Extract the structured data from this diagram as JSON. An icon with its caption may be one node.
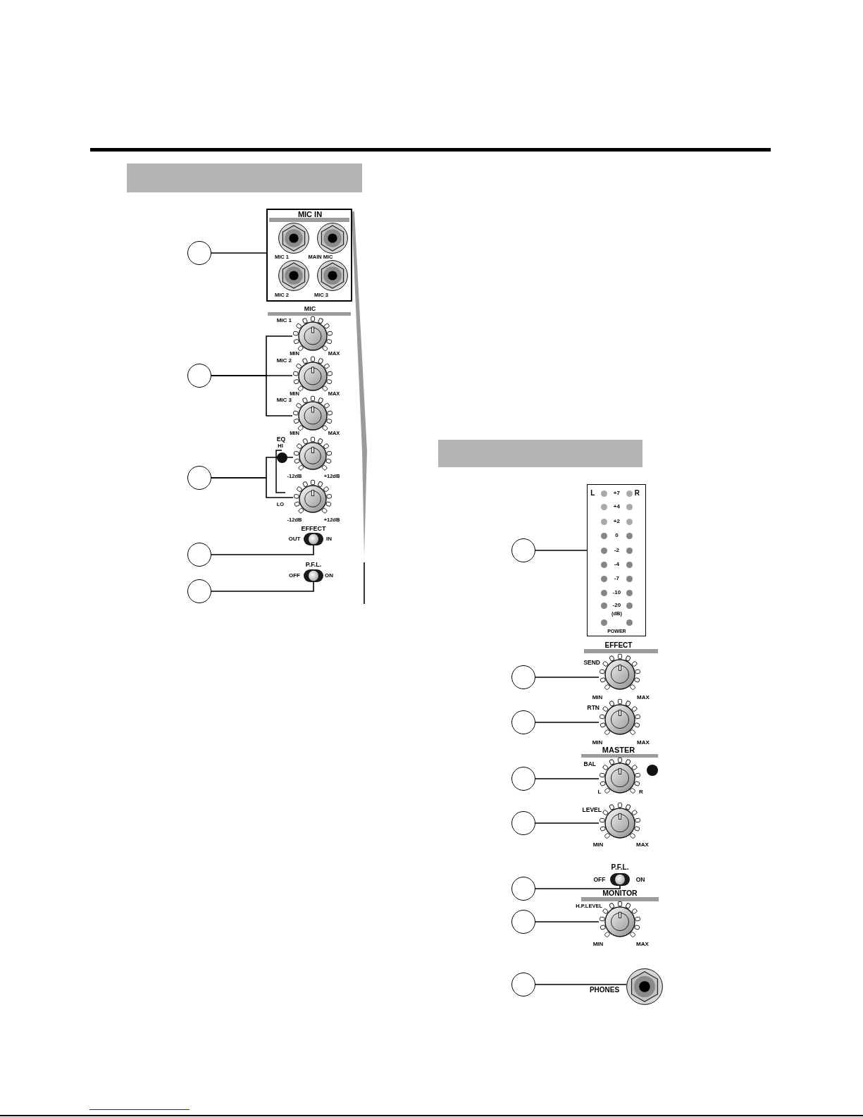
{
  "diagram": {
    "nodes": [
      {
        "text": [],
        "shape": "bar"
      },
      {
        "text": [],
        "shape": "circle"
      },
      {
        "text": [
          "MIC IN",
          "MIC 1",
          "MAIN MIC",
          "MIC 2",
          "MIC 3"
        ]
      },
      {
        "text": [],
        "shape": "circle"
      },
      {
        "text": [],
        "shape": "picture",
        "beside": [
          "MIC 1",
          "MIN",
          "MAX"
        ]
      },
      {
        "text": [],
        "shape": "picture",
        "beside": [
          "MIC 2",
          "MIN",
          "MAX"
        ]
      },
      {
        "text": [],
        "shape": "picture",
        "beside": [
          "MIC 3",
          "MIN",
          "MAX"
        ]
      },
      {
        "text": [],
        "shape": "circle"
      },
      {
        "text": [],
        "shape": "picture",
        "beside": [
          "HI",
          "-12dB",
          "+12dB"
        ]
      },
      {
        "text": [],
        "shape": "picture",
        "beside": [
          "LO",
          "-12dB",
          "+12dB"
        ]
      },
      {
        "text": [],
        "shape": "circle"
      },
      {
        "text": [],
        "shape": "picture",
        "beside": [
          "EFFECT",
          "OUT",
          "IN"
        ]
      },
      {
        "text": [],
        "shape": "circle"
      },
      {
        "text": [],
        "shape": "picture",
        "beside": [
          "P.F.L.",
          "OFF",
          "ON"
        ]
      },
      {
        "text": [],
        "shape": "bar"
      },
      {
        "text": [],
        "shape": "circle"
      },
      {
        "text": [
          "L",
          "+7",
          "R",
          "+4",
          "+2",
          "0",
          "-2",
          "-4",
          "-7",
          "-10",
          "-20",
          "(dB)",
          "POWER"
        ]
      },
      {
        "text": [],
        "shape": "circle"
      },
      {
        "text": [],
        "shape": "picture",
        "beside": [
          "SEND",
          "MIN",
          "MAX"
        ]
      },
      {
        "text": [],
        "shape": "circle"
      },
      {
        "text": [],
        "shape": "picture",
        "beside": [
          "RTN",
          "MIN",
          "MAX"
        ]
      },
      {
        "text": [],
        "shape": "circle"
      },
      {
        "text": [],
        "shape": "picture",
        "beside": [
          "BAL",
          "L",
          "R"
        ]
      },
      {
        "text": [],
        "shape": "circle"
      },
      {
        "text": [],
        "shape": "picture",
        "beside": [
          "LEVEL",
          "MIN",
          "MAX"
        ]
      },
      {
        "text": [],
        "shape": "circle"
      },
      {
        "text": [],
        "shape": "picture",
        "beside": [
          "P.F.L.",
          "OFF",
          "ON"
        ]
      },
      {
        "text": [],
        "shape": "circle"
      },
      {
        "text": [],
        "shape": "picture",
        "beside": [
          "H.P.LEVEL",
          "MIN",
          "MAX"
        ]
      },
      {
        "text": [],
        "shape": "circle"
      },
      {
        "text": [],
        "shape": "picture",
        "beside": [
          "PHONES"
        ]
      }
    ],
    "edges": [
      {
        "from": 1,
        "to": 2,
        "arrow": "none"
      },
      {
        "from": 3,
        "to": 4,
        "arrow": "none"
      },
      {
        "from": 3,
        "to": 5,
        "arrow": "none"
      },
      {
        "from": 3,
        "to": 6,
        "arrow": "none"
      },
      {
        "from": 7,
        "to": 8,
        "arrow": "none"
      },
      {
        "from": 7,
        "to": 9,
        "arrow": "none"
      },
      {
        "from": 10,
        "to": 11,
        "arrow": "none"
      },
      {
        "from": 12,
        "to": 13,
        "arrow": "none"
      },
      {
        "from": 15,
        "to": 16,
        "arrow": "none"
      },
      {
        "from": 17,
        "to": 18,
        "arrow": "none"
      },
      {
        "from": 19,
        "to": 20,
        "arrow": "none"
      },
      {
        "from": 21,
        "to": 22,
        "arrow": "none"
      },
      {
        "from": 23,
        "to": 24,
        "arrow": "none"
      },
      {
        "from": 25,
        "to": 26,
        "arrow": "none"
      },
      {
        "from": 27,
        "to": 28,
        "arrow": "none"
      },
      {
        "from": 29,
        "to": 30,
        "arrow": "none"
      }
    ],
    "labels": [
      "MIC",
      "EQ",
      "EFFECT",
      "MASTER",
      "MONITOR"
    ]
  }
}
